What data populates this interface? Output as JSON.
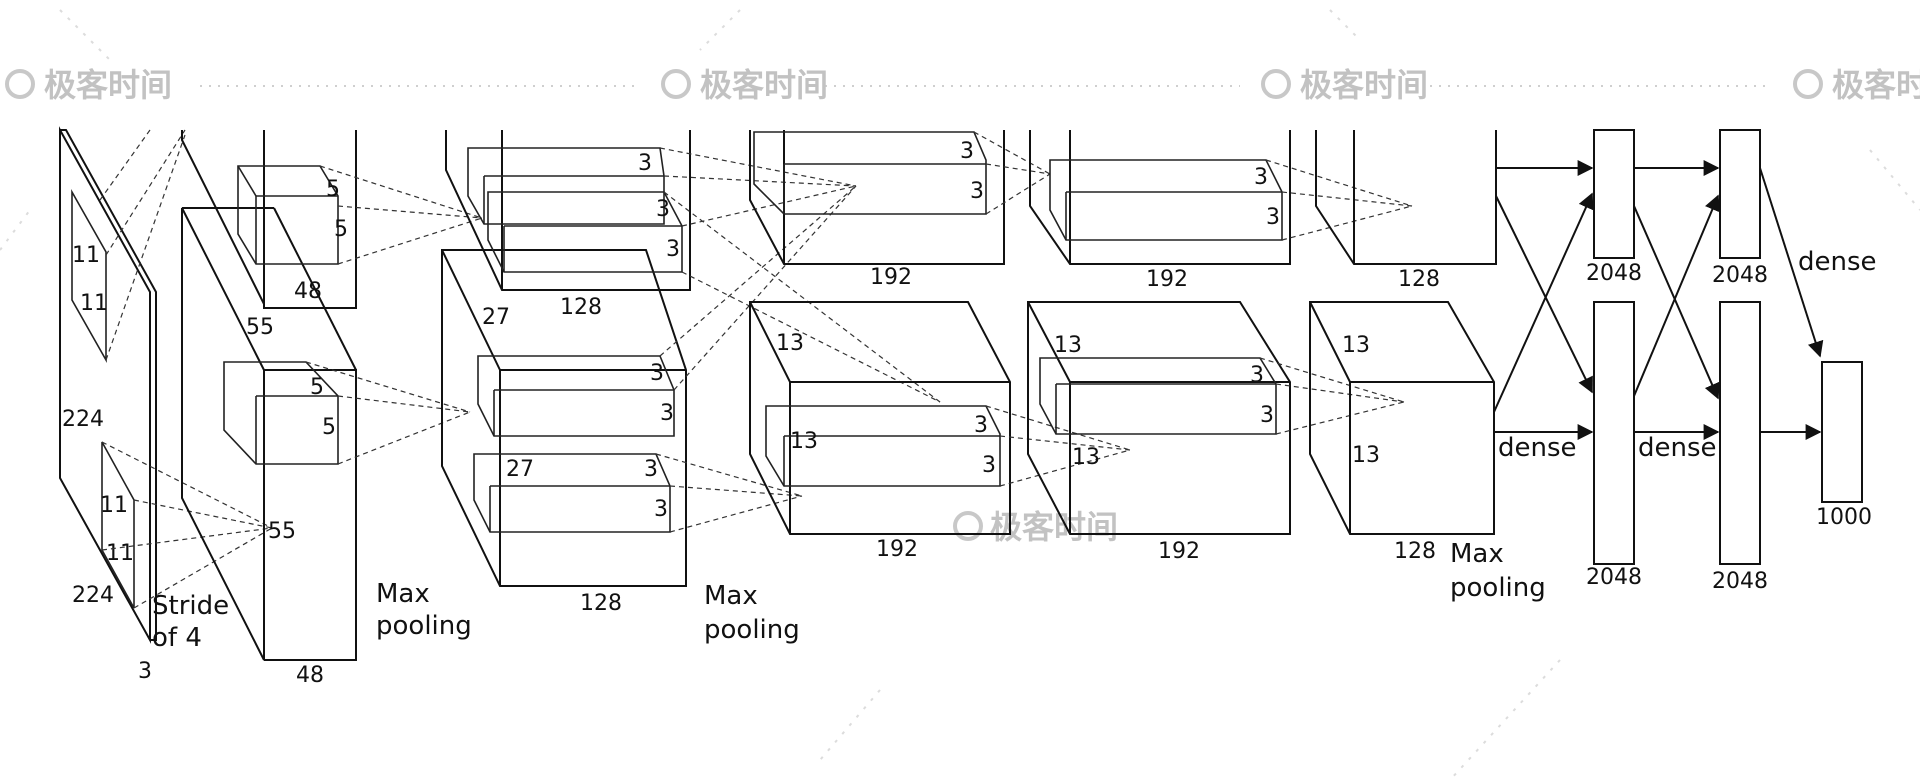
{
  "watermark": {
    "text": "极客时间",
    "icon": "geek-time-logo-icon"
  },
  "colors": {
    "stroke": "#111111",
    "background": "#ffffff",
    "watermark": "#c2c2c2"
  },
  "labels": {
    "input_height": "224",
    "input_width": "224",
    "input_depth": "3",
    "k1a": "11",
    "k1b": "11",
    "k1c": "11",
    "k1d": "11",
    "stride": "Stride",
    "stride2": "of 4",
    "c1_size": "55",
    "c1_size2": "55",
    "c1_depth": "48",
    "c1_depth2": "48",
    "k2a": "5",
    "k2b": "5",
    "k2c": "5",
    "k2d": "5",
    "pool1": "Max",
    "pool1b": "pooling",
    "c2_size": "27",
    "c2_size2": "27",
    "c2_depth": "128",
    "c2_depth2": "128",
    "k3a": "3",
    "k3b": "3",
    "k3c": "3",
    "k3d": "3",
    "k3e": "3",
    "k3f": "3",
    "pool2": "Max",
    "pool2b": "pooling",
    "c3_size": "13",
    "c3_size2": "13",
    "c3_depth": "192",
    "c3_depth2": "192",
    "k4a": "3",
    "k4b": "3",
    "k4c": "3",
    "k4d": "3",
    "c4_size": "13",
    "c4_size2": "13",
    "c4_depth": "192",
    "c4_depth2": "192",
    "k5a": "3",
    "k5b": "3",
    "k5c": "3",
    "k5d": "3",
    "c5_size": "13",
    "c5_size2": "13",
    "c5_depth": "128",
    "c5_depth2": "128",
    "pool3": "Max",
    "pool3b": "pooling",
    "fc6_top": "2048",
    "fc6_bottom": "2048",
    "fc7_top": "2048",
    "fc7_bottom": "2048",
    "fc8": "1000",
    "dense1": "dense",
    "dense2": "dense",
    "dense3": "dense"
  }
}
